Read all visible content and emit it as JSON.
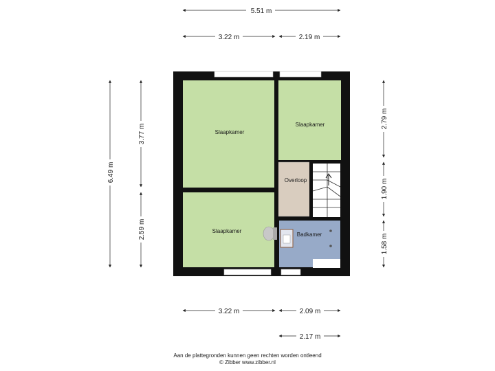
{
  "colors": {
    "wall": "#111111",
    "bedroom": "#c5dfa6",
    "landing": "#d9cdbf",
    "bathroom": "#97aac8",
    "dimension_line": "#222222"
  },
  "rooms": {
    "bedroom_top_left": "Slaapkamer",
    "bedroom_top_right": "Slaapkamer",
    "bedroom_bottom_left": "Slaapkamer",
    "landing": "Overloop",
    "bathroom": "Badkamer"
  },
  "dimensions": {
    "total_width": "5.51 m",
    "top_left_width": "3.22 m",
    "top_right_width": "2.19 m",
    "total_height": "6.49 m",
    "left_upper_height": "3.77 m",
    "left_lower_height": "2.59 m",
    "right_upper_height": "2.79 m",
    "right_middle_height": "1.90 m",
    "right_lower_height": "1.58 m",
    "bottom_left_width": "3.22 m",
    "bottom_right_width": "2.09 m",
    "bottom_right_width_2": "2.17 m"
  },
  "icons": [
    "stair-arrow-icon",
    "toilet-icon",
    "sink-icon",
    "shower-drain-icon"
  ],
  "footer": {
    "disclaimer": "Aan de plattegronden kunnen geen rechten worden ontleend",
    "credit": "© Zibber www.zibber.nl"
  }
}
